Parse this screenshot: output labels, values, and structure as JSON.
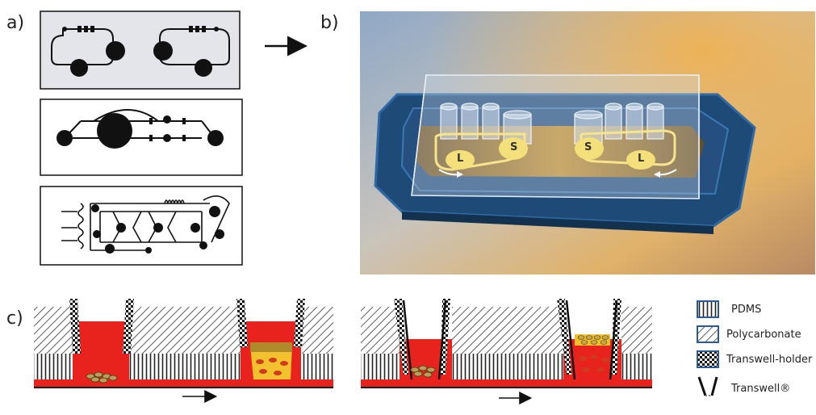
{
  "labels": {
    "a": "a)",
    "b": "b)",
    "c": "c)"
  },
  "photo_letters": {
    "left_l": "L",
    "left_s": "S",
    "right_s": "S",
    "right_l": "L"
  },
  "legend": {
    "pdms": "PDMS",
    "polycarbonate": "Polycarbonate",
    "holder": "Transwell-holder",
    "transwell": "Transwell®"
  },
  "colors": {
    "medium": "#e8231e",
    "chip_blue": "#1e4a78",
    "cell_yellow": "#f2c12e",
    "gold": "#c8902a"
  }
}
